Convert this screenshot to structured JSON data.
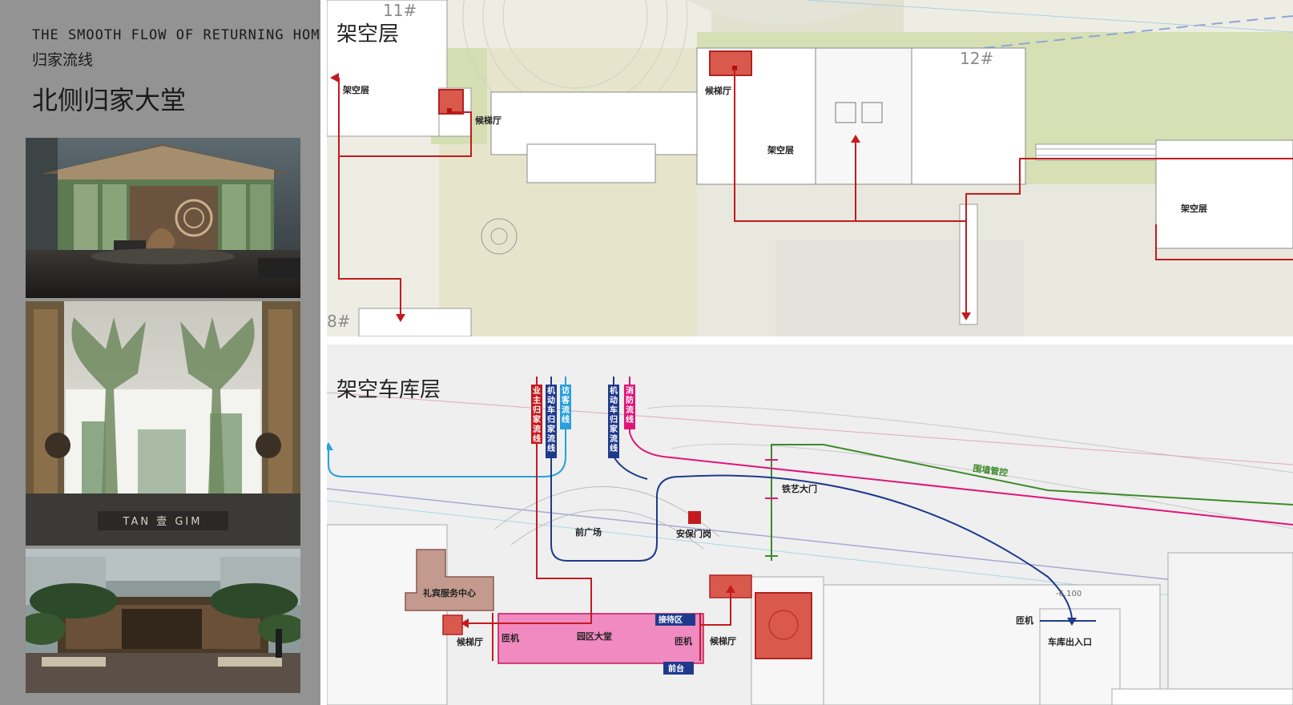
{
  "left_panel": {
    "title_en": "THE SMOOTH FLOW OF RETURNING HOME",
    "title_cn": "归家流线",
    "heading": "北侧归家大堂",
    "logo_text": "TAN 壹 GIM"
  },
  "top_plan": {
    "title": "架空层",
    "building_11": "11#",
    "building_12": "12#",
    "building_8": "8#",
    "labels": {
      "overhead_a": "架空层",
      "overhead_b": "架空层",
      "overhead_c": "架空层",
      "elevator_a": "候梯厅",
      "elevator_b": "候梯厅"
    }
  },
  "bottom_plan": {
    "title": "架空车库层",
    "legend": {
      "owner": "业主归家流线",
      "vehicle_a": "机动车归家流线",
      "visitor": "访客流线",
      "vehicle_b": "机动车归家流线",
      "fire": "消防流线"
    },
    "labels": {
      "wall_control": "围墙管控",
      "iron_gate": "铁艺大门",
      "front_plaza": "前广场",
      "security": "安保门岗",
      "concierge": "礼宾服务中心",
      "lobby": "园区大堂",
      "reception": "接待区",
      "front_desk": "前台",
      "gate_left": "匝机",
      "gate_right": "匝机",
      "gate_garage": "匝机",
      "elevator_left": "候梯厅",
      "elevator_right": "候梯厅",
      "garage_entry": "车库出入口",
      "elevation": "-6.100"
    }
  },
  "colors": {
    "owner": "#c41a1f",
    "vehicle": "#1f3a8c",
    "visitor": "#2aa0dc",
    "fire": "#e0157a",
    "wall": "#3d8a2a",
    "panel_bg": "#929392"
  }
}
